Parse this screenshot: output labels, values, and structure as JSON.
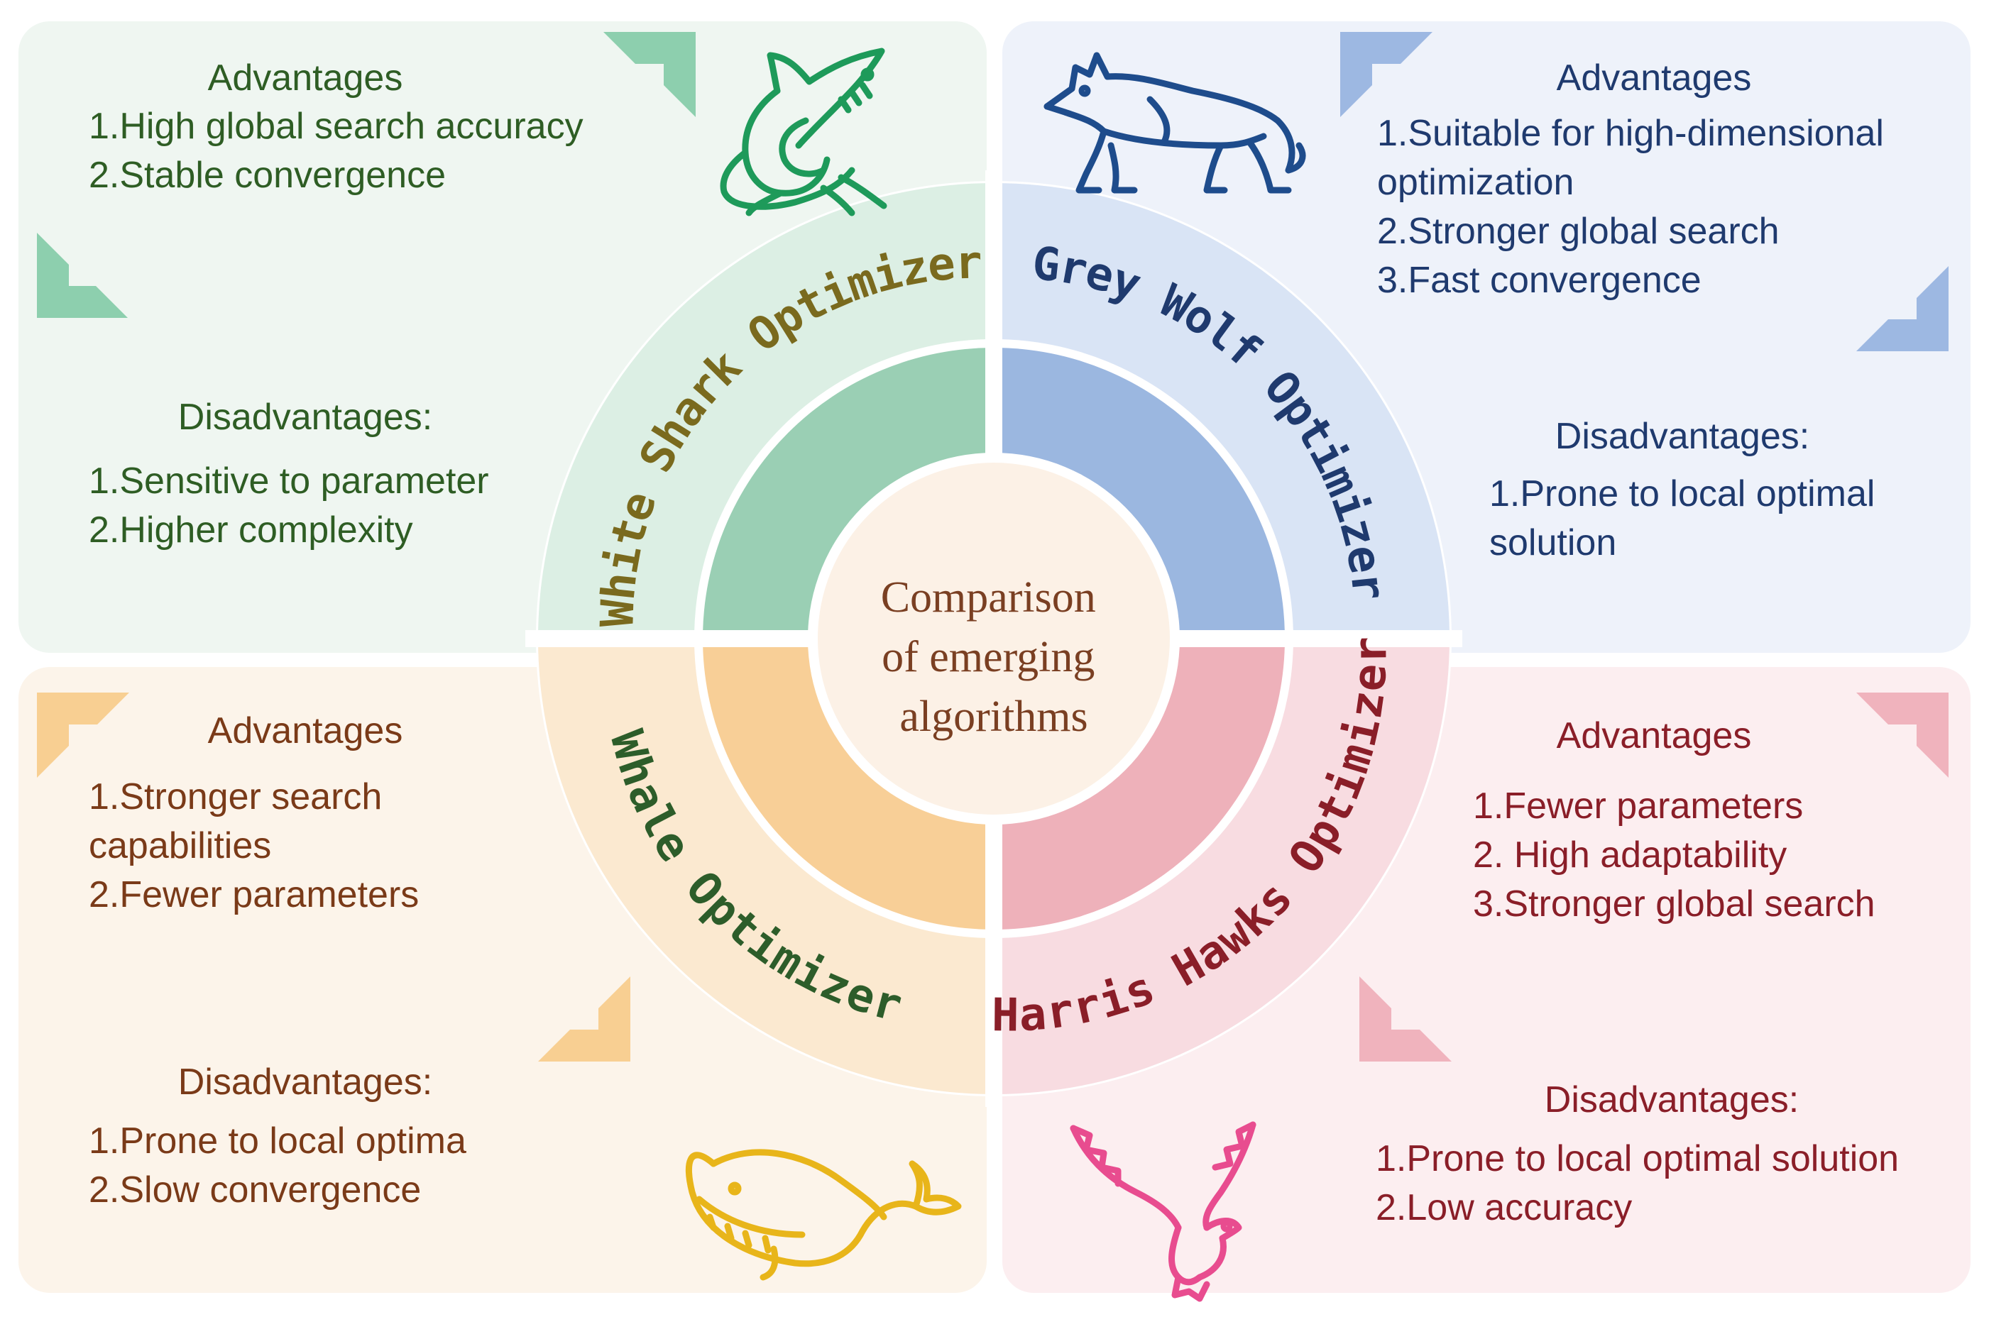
{
  "center": {
    "lines": [
      "Comparison",
      "of emerging",
      "algorithms"
    ]
  },
  "quadrants": [
    {
      "key": "shark",
      "name": "White Shark Optimizer",
      "adv_title": "Advantages",
      "advantages": [
        "1.High global search accuracy",
        "2.Stable convergence"
      ],
      "dis_title": "Disadvantages:",
      "disadvantages": [
        "1.Sensitive to parameter",
        "2.Higher complexity"
      ],
      "icon": "shark-icon",
      "colors": {
        "bg": "#EFF6F1",
        "ring": "#DCEFE4",
        "inner": "#9ACFB4",
        "text": "#2E5D24",
        "ring_text": "#7A6A1E",
        "corner": "#8DCFAE",
        "icon": "#1E9A5A"
      }
    },
    {
      "key": "wolf",
      "name": "Grey Wolf Optimizer",
      "adv_title": "Advantages",
      "advantages": [
        "1.Suitable for high-dimensional",
        "optimization",
        "2.Stronger global search",
        "3.Fast convergence"
      ],
      "dis_title": "Disadvantages:",
      "disadvantages": [
        "1.Prone to local optimal",
        "solution"
      ],
      "icon": "wolf-icon",
      "colors": {
        "bg": "#EEF2FA",
        "ring": "#D9E4F5",
        "inner": "#9BB7E0",
        "text": "#1F3A6E",
        "ring_text": "#1F3A6E",
        "corner": "#9DB8E2",
        "icon": "#1E4C8C"
      }
    },
    {
      "key": "whale",
      "name": "Whale Optimizer",
      "adv_title": "Advantages",
      "advantages": [
        "1.Stronger search",
        "capabilities",
        "2.Fewer parameters"
      ],
      "dis_title": "Disadvantages:",
      "disadvantages": [
        "1.Prone to local optima",
        "2.Slow convergence"
      ],
      "icon": "whale-icon",
      "colors": {
        "bg": "#FCF4EA",
        "ring": "#FBE9D0",
        "inner": "#F8CF97",
        "text": "#7A3A18",
        "ring_text": "#2D5D2A",
        "corner": "#F8CF92",
        "icon": "#E8B51A"
      }
    },
    {
      "key": "hawk",
      "name": "Harris Hawks Optimizer",
      "adv_title": "Advantages",
      "advantages": [
        "1.Fewer parameters",
        "2. High adaptability",
        "3.Stronger global search"
      ],
      "dis_title": "Disadvantages:",
      "disadvantages": [
        "1.Prone to local optimal solution",
        "2.Low accuracy"
      ],
      "icon": "eagle-icon",
      "colors": {
        "bg": "#FCEEF0",
        "ring": "#F8DCE1",
        "inner": "#EEB1BA",
        "text": "#8A1E28",
        "ring_text": "#8A1E28",
        "corner": "#F0B3BD",
        "icon": "#E84C8F"
      }
    }
  ],
  "colors": {
    "center_fill": "#FCF1E6",
    "center_text": "#7A3F22",
    "divider": "#FFFFFF"
  }
}
